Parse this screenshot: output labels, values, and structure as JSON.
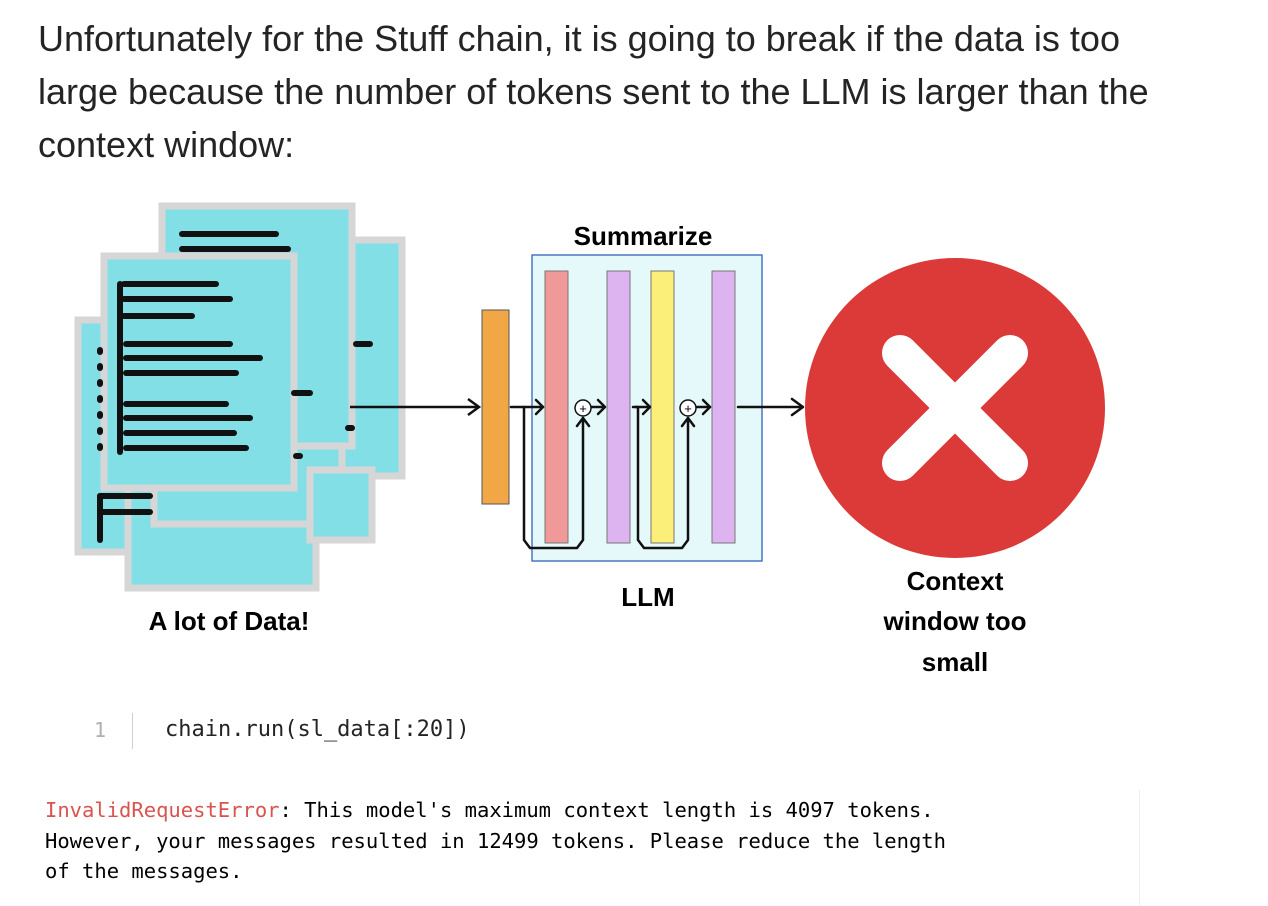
{
  "article": {
    "paragraph": "Unfortunately for the Stuff chain, it is going to break if the data is too large because the number of tokens sent to the LLM is larger than the context window:"
  },
  "diagram": {
    "data_label": "A lot of Data!",
    "top_label": "Summarize",
    "llm_label": "LLM",
    "plus_symbol": "+",
    "error_label_lines": [
      "Context",
      "window too",
      "small"
    ],
    "colors": {
      "document_fill": "#83dfe6",
      "document_border": "#d6d6d6",
      "input_block": "#f2a746",
      "layer_red": "#ef9999",
      "layer_purple": "#ddb3f0",
      "layer_yellow": "#fcef79",
      "llm_box_fill": "#e5f8fa",
      "llm_box_border": "#4a77c5",
      "error_circle": "#dc3a39"
    }
  },
  "code": {
    "line_number": "1",
    "text": "chain.run(sl_data[:20])"
  },
  "output": {
    "error_name": "InvalidRequestError",
    "message": ": This model's maximum context length is 4097 tokens.\nHowever, your messages resulted in 12499 tokens. Please reduce the length\nof the messages."
  }
}
